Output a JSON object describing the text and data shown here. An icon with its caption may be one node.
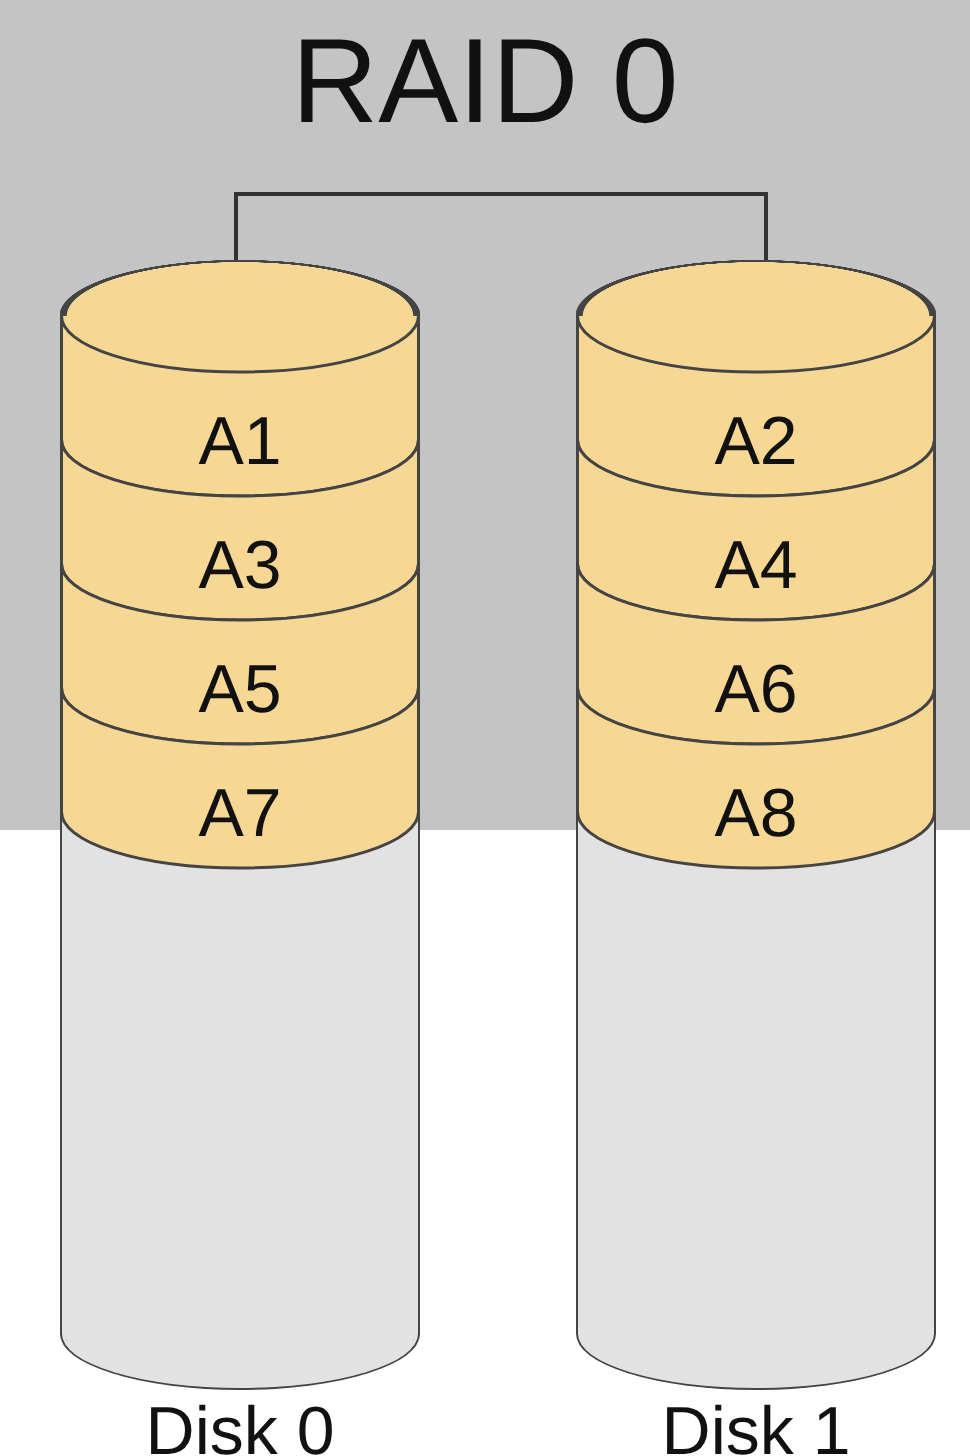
{
  "diagram": {
    "title": "RAID 0",
    "nodes": [
      {
        "text": [
          "Disk 0"
        ]
      },
      {
        "text": [
          "A1"
        ],
        "in": 0
      },
      {
        "text": [
          "A3"
        ],
        "in": 0
      },
      {
        "text": [
          "A5"
        ],
        "in": 0
      },
      {
        "text": [
          "A7"
        ],
        "in": 0
      },
      {
        "text": [
          "Disk 1"
        ]
      },
      {
        "text": [
          "A2"
        ],
        "in": 5
      },
      {
        "text": [
          "A4"
        ],
        "in": 5
      },
      {
        "text": [
          "A6"
        ],
        "in": 5
      },
      {
        "text": [
          "A8"
        ],
        "in": 5
      }
    ],
    "edges": [
      {
        "from": 0,
        "to": 5,
        "arrow": "none"
      }
    ]
  }
}
